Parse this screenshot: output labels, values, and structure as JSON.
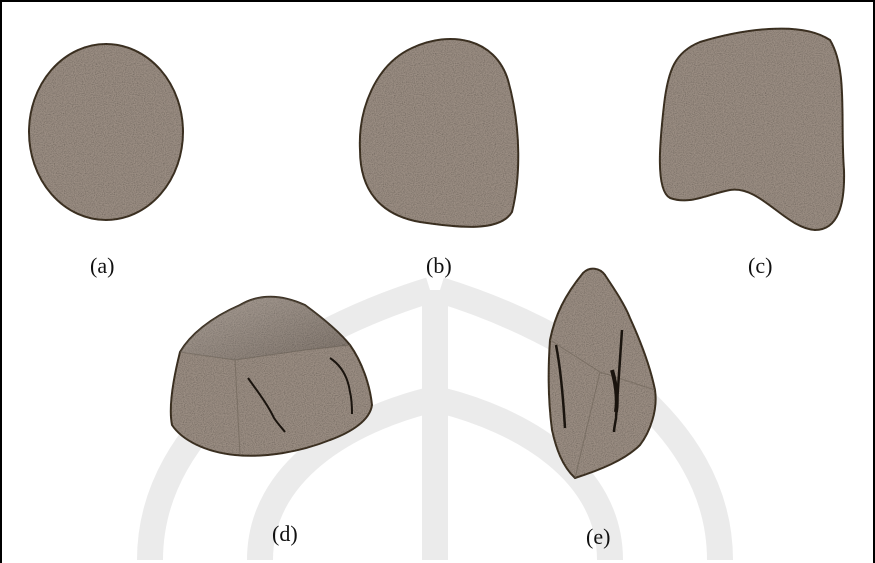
{
  "figure": {
    "labels": {
      "a": "(a)",
      "b": "(b)",
      "c": "(c)",
      "d": "(d)",
      "e": "(e)"
    },
    "particle_fill": "#9b8e83",
    "particle_stroke": "#3f3323",
    "watermark_color": "#e9e9e9"
  }
}
